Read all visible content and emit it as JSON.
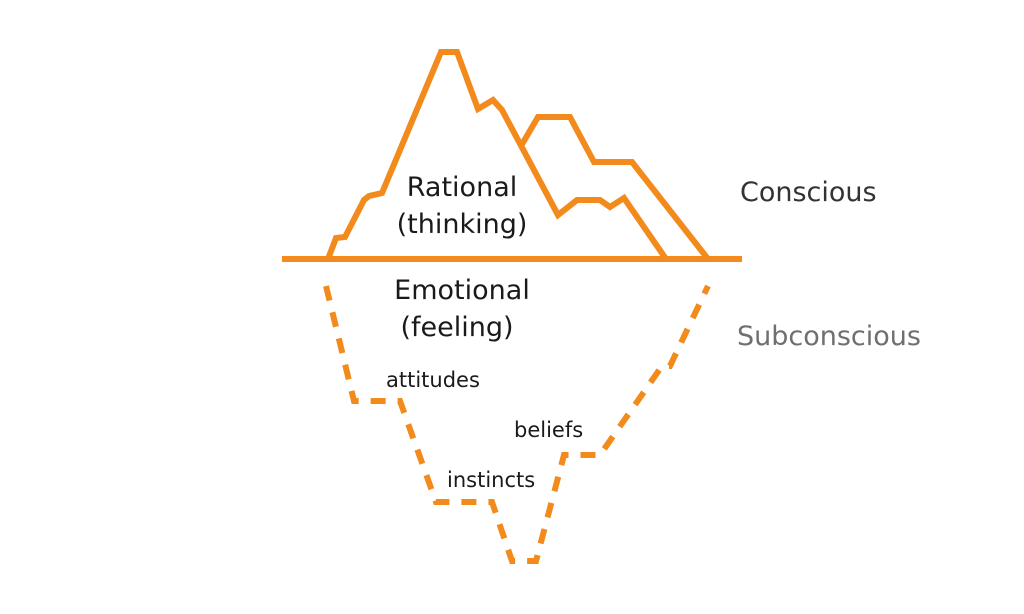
{
  "diagram": {
    "colors": {
      "outline": "#F28A1C",
      "text": "#1a1a1a",
      "conscious_text": "#333333",
      "subconscious_text": "#6f6f6f"
    },
    "above_water": {
      "title": "Rational",
      "subtitle": "(thinking)"
    },
    "below_water": {
      "title": "Emotional",
      "subtitle": "(feeling)",
      "layers": [
        "attitudes",
        "beliefs",
        "instincts"
      ]
    },
    "levels": {
      "conscious": "Conscious",
      "subconscious": "Subconscious"
    }
  }
}
